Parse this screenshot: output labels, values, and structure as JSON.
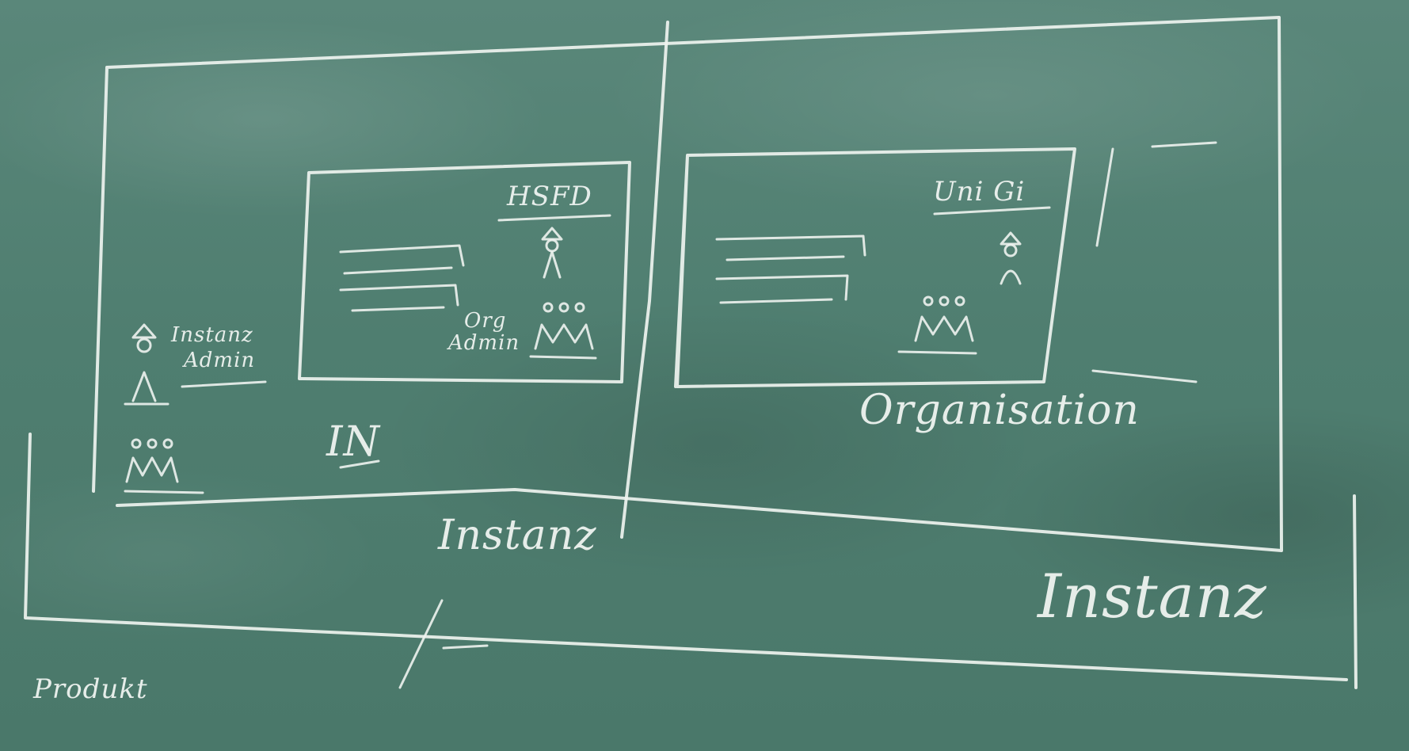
{
  "labels": {
    "org1_name": "HSFD",
    "org1_admin_line1": "Org",
    "org1_admin_line2": "Admin",
    "org2_name": "Uni Gi",
    "instanz_admin_line1": "Instanz",
    "instanz_admin_line2": "Admin",
    "instanz_short": "IN",
    "organisation": "Organisation",
    "instanz_inner": "Instanz",
    "instanz_outer": "Instanz",
    "produkt": "Produkt"
  },
  "colors": {
    "board": "#4f7e70",
    "chalk": "#eef3ef"
  },
  "icons": {
    "person": "person-icon",
    "group": "group-icon",
    "list": "list-lines-icon"
  }
}
